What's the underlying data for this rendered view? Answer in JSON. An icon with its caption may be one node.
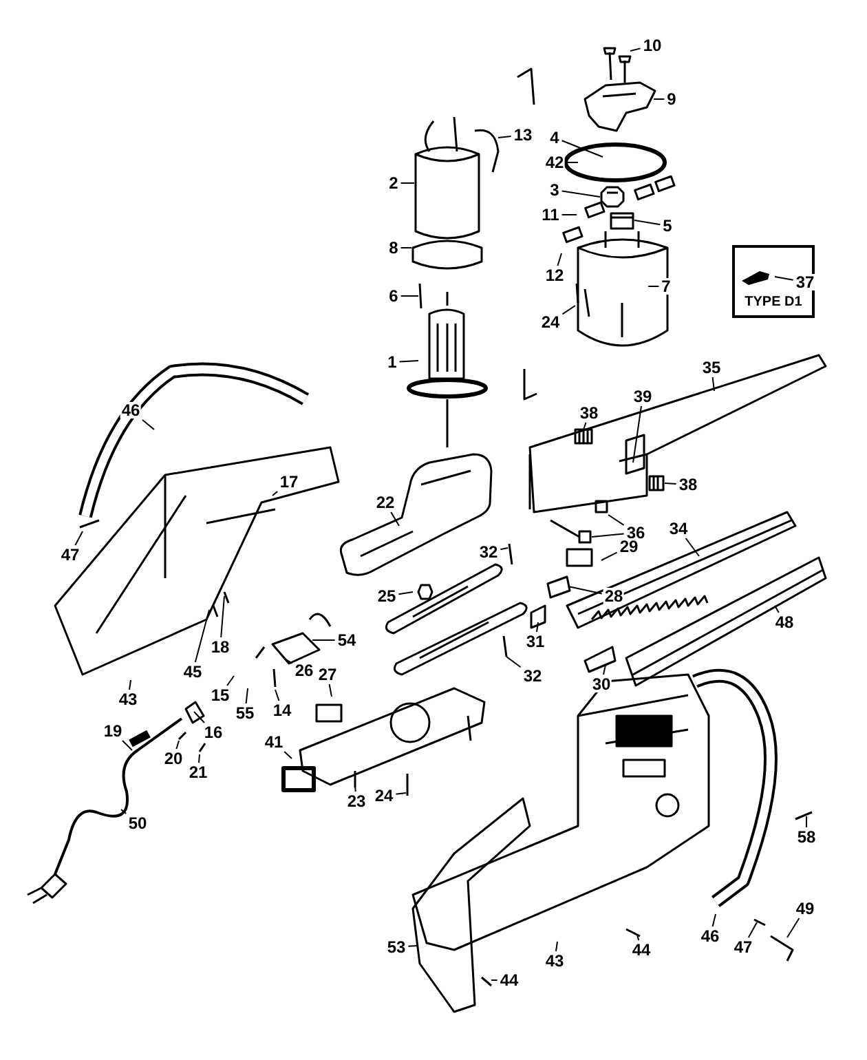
{
  "diagram": {
    "nodes": [
      {
        "text": [
          "10"
        ]
      },
      {
        "text": [
          "9"
        ]
      },
      {
        "text": [
          "13"
        ]
      },
      {
        "text": [
          "4"
        ]
      },
      {
        "text": [
          "2"
        ]
      },
      {
        "text": [
          "42"
        ]
      },
      {
        "text": [
          "3"
        ]
      },
      {
        "text": [
          "11"
        ]
      },
      {
        "text": [
          "5"
        ]
      },
      {
        "text": [
          "8"
        ]
      },
      {
        "text": [
          "TYPE D1"
        ]
      },
      {
        "text": [
          "37"
        ],
        "in": 10
      },
      {
        "text": [
          "12"
        ]
      },
      {
        "text": [
          "7"
        ]
      },
      {
        "text": [
          "6"
        ]
      },
      {
        "text": [
          "24"
        ]
      },
      {
        "text": [
          "1"
        ]
      },
      {
        "text": [
          "35"
        ]
      },
      {
        "text": [
          "46"
        ]
      },
      {
        "text": [
          "39"
        ]
      },
      {
        "text": [
          "38"
        ]
      },
      {
        "text": [
          "17"
        ]
      },
      {
        "text": [
          "38"
        ]
      },
      {
        "text": [
          "22"
        ]
      },
      {
        "text": [
          "34"
        ]
      },
      {
        "text": [
          "36"
        ]
      },
      {
        "text": [
          "47"
        ]
      },
      {
        "text": [
          "32"
        ]
      },
      {
        "text": [
          "29"
        ]
      },
      {
        "text": [
          "28"
        ]
      },
      {
        "text": [
          "25"
        ]
      },
      {
        "text": [
          "48"
        ]
      },
      {
        "text": [
          "54"
        ]
      },
      {
        "text": [
          "31"
        ]
      },
      {
        "text": [
          "18"
        ]
      },
      {
        "text": [
          "45"
        ]
      },
      {
        "text": [
          "32"
        ]
      },
      {
        "text": [
          "26"
        ]
      },
      {
        "text": [
          "27"
        ]
      },
      {
        "text": [
          "30"
        ]
      },
      {
        "text": [
          "15"
        ]
      },
      {
        "text": [
          "43"
        ]
      },
      {
        "text": [
          "14"
        ]
      },
      {
        "text": [
          "55"
        ]
      },
      {
        "text": [
          "16"
        ]
      },
      {
        "text": [
          "19"
        ]
      },
      {
        "text": [
          "41"
        ]
      },
      {
        "text": [
          "20"
        ]
      },
      {
        "text": [
          "21"
        ]
      },
      {
        "text": [
          "24"
        ]
      },
      {
        "text": [
          "23"
        ]
      },
      {
        "text": [
          "50"
        ]
      },
      {
        "text": [
          "58"
        ]
      },
      {
        "text": [
          "49"
        ]
      },
      {
        "text": [
          "46"
        ]
      },
      {
        "text": [
          "53"
        ]
      },
      {
        "text": [
          "47"
        ]
      },
      {
        "text": [
          "44"
        ]
      },
      {
        "text": [
          "43"
        ]
      },
      {
        "text": [
          "44"
        ]
      }
    ],
    "edges": [
      {
        "from": 0,
        "to": null,
        "arrow": "none"
      },
      {
        "from": 1,
        "to": null,
        "arrow": "none"
      },
      {
        "from": 2,
        "to": null,
        "arrow": "none"
      },
      {
        "from": 3,
        "to": null,
        "arrow": "none"
      },
      {
        "from": 4,
        "to": null,
        "arrow": "none"
      },
      {
        "from": 5,
        "to": null,
        "arrow": "none"
      },
      {
        "from": 6,
        "to": null,
        "arrow": "none"
      },
      {
        "from": 7,
        "to": null,
        "arrow": "none"
      },
      {
        "from": 8,
        "to": null,
        "arrow": "none"
      },
      {
        "from": 9,
        "to": null,
        "arrow": "none"
      },
      {
        "from": 11,
        "to": null,
        "arrow": "none"
      },
      {
        "from": 12,
        "to": null,
        "arrow": "none"
      },
      {
        "from": 13,
        "to": null,
        "arrow": "none"
      },
      {
        "from": 14,
        "to": null,
        "arrow": "none"
      },
      {
        "from": 15,
        "to": null,
        "arrow": "none"
      },
      {
        "from": 16,
        "to": null,
        "arrow": "none"
      },
      {
        "from": 17,
        "to": null,
        "arrow": "none"
      },
      {
        "from": 18,
        "to": null,
        "arrow": "none"
      },
      {
        "from": 19,
        "to": null,
        "arrow": "none"
      },
      {
        "from": 20,
        "to": null,
        "arrow": "none"
      },
      {
        "from": 21,
        "to": null,
        "arrow": "none"
      },
      {
        "from": 22,
        "to": null,
        "arrow": "none"
      },
      {
        "from": 23,
        "to": null,
        "arrow": "none"
      },
      {
        "from": 24,
        "to": null,
        "arrow": "none"
      },
      {
        "from": 25,
        "to": null,
        "arrow": "none"
      },
      {
        "from": 25,
        "to": null,
        "arrow": "none"
      },
      {
        "from": 26,
        "to": null,
        "arrow": "none"
      },
      {
        "from": 27,
        "to": null,
        "arrow": "none"
      },
      {
        "from": 28,
        "to": null,
        "arrow": "none"
      },
      {
        "from": 29,
        "to": null,
        "arrow": "none"
      },
      {
        "from": 30,
        "to": null,
        "arrow": "none"
      },
      {
        "from": 31,
        "to": null,
        "arrow": "none"
      },
      {
        "from": 32,
        "to": null,
        "arrow": "none"
      },
      {
        "from": 33,
        "to": null,
        "arrow": "none"
      },
      {
        "from": 34,
        "to": null,
        "arrow": "none"
      },
      {
        "from": 35,
        "to": null,
        "arrow": "none"
      },
      {
        "from": 36,
        "to": null,
        "arrow": "none"
      },
      {
        "from": 37,
        "to": null,
        "arrow": "none"
      },
      {
        "from": 38,
        "to": null,
        "arrow": "none"
      },
      {
        "from": 39,
        "to": null,
        "arrow": "none"
      },
      {
        "from": 40,
        "to": null,
        "arrow": "none"
      },
      {
        "from": 41,
        "to": null,
        "arrow": "none"
      },
      {
        "from": 42,
        "to": null,
        "arrow": "none"
      },
      {
        "from": 43,
        "to": null,
        "arrow": "none"
      },
      {
        "from": 44,
        "to": null,
        "arrow": "none"
      },
      {
        "from": 45,
        "to": null,
        "arrow": "none"
      },
      {
        "from": 46,
        "to": null,
        "arrow": "none"
      },
      {
        "from": 47,
        "to": null,
        "arrow": "none"
      },
      {
        "from": 48,
        "to": null,
        "arrow": "none"
      },
      {
        "from": 49,
        "to": null,
        "arrow": "none"
      },
      {
        "from": 50,
        "to": null,
        "arrow": "none"
      },
      {
        "from": 51,
        "to": null,
        "arrow": "none"
      },
      {
        "from": 52,
        "to": null,
        "arrow": "none"
      },
      {
        "from": 53,
        "to": null,
        "arrow": "none"
      },
      {
        "from": 54,
        "to": null,
        "arrow": "none"
      },
      {
        "from": 55,
        "to": null,
        "arrow": "none"
      },
      {
        "from": 56,
        "to": null,
        "arrow": "none"
      },
      {
        "from": 57,
        "to": null,
        "arrow": "none"
      },
      {
        "from": 58,
        "to": null,
        "arrow": "none"
      },
      {
        "from": 59,
        "to": null,
        "arrow": "none"
      }
    ]
  }
}
